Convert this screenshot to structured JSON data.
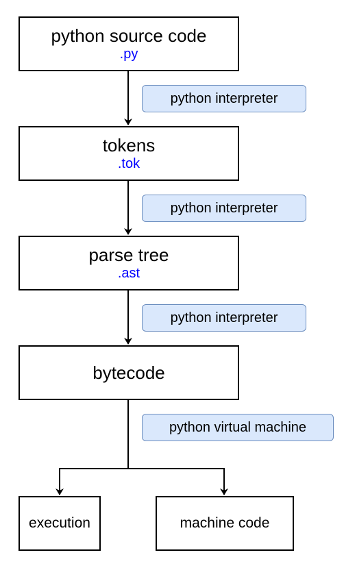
{
  "diagram": {
    "nodes": {
      "source": {
        "title": "python source code",
        "ext": ".py"
      },
      "tokens": {
        "title": "tokens",
        "ext": ".tok"
      },
      "parse": {
        "title": "parse tree",
        "ext": ".ast"
      },
      "bytecode": {
        "title": "bytecode"
      },
      "execution": {
        "title": "execution"
      },
      "machine": {
        "title": "machine code"
      }
    },
    "steps": [
      {
        "label": "python interpreter"
      },
      {
        "label": "python interpreter"
      },
      {
        "label": "python interpreter"
      },
      {
        "label": "python virtual machine"
      }
    ]
  },
  "colors": {
    "extension_text": "#0000ff",
    "step_fill": "#dae8fc",
    "step_border": "#6c8ebf",
    "edge": "#000000"
  }
}
